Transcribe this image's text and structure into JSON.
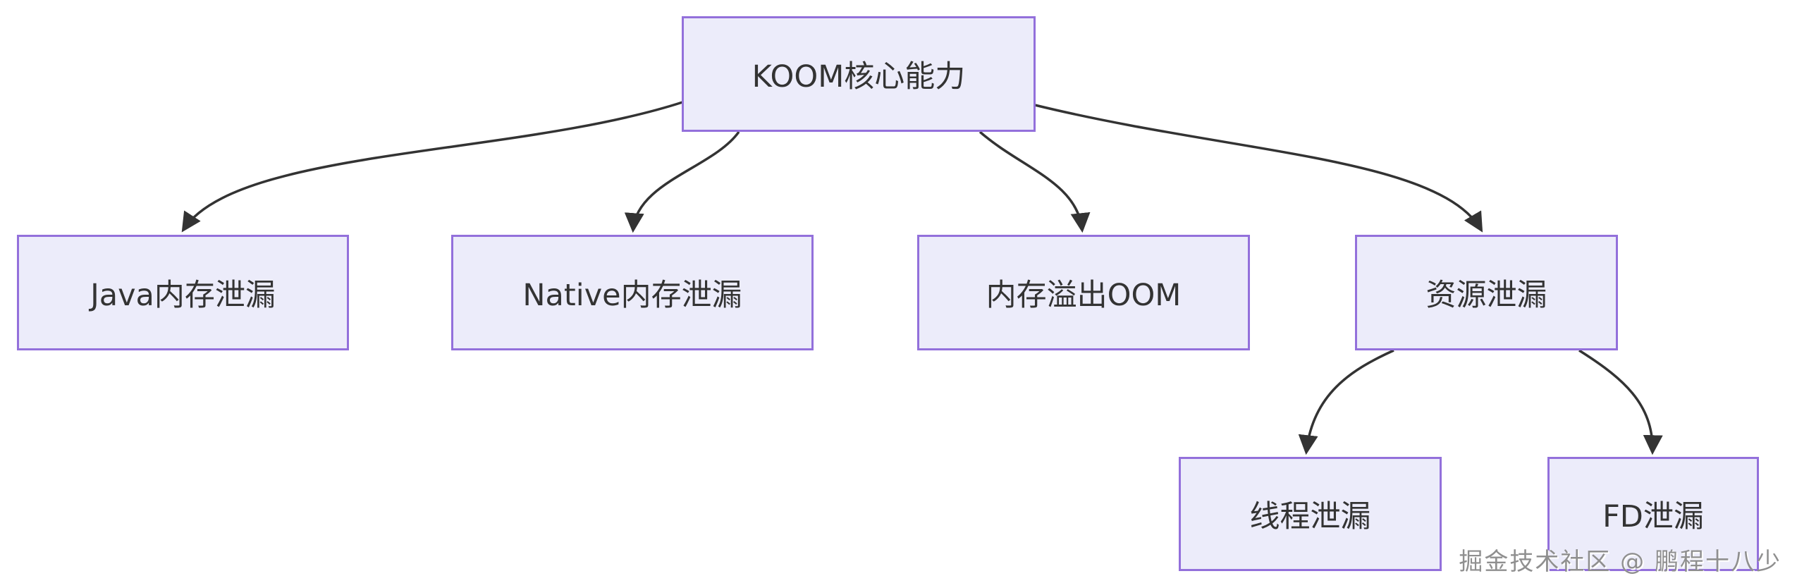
{
  "colors": {
    "page_bg": "#FFFFFF",
    "node_fill": "#ECECFA",
    "node_border": "#9370DB",
    "node_text": "#333333",
    "edge_line": "#333333",
    "watermark_text": "#8F8F8F"
  },
  "nodes": {
    "root": {
      "label": "KOOM核心能力"
    },
    "java": {
      "label": "Java内存泄漏"
    },
    "native": {
      "label": "Native内存泄漏"
    },
    "oom": {
      "label": "内存溢出OOM"
    },
    "resource": {
      "label": "资源泄漏"
    },
    "thread": {
      "label": "线程泄漏"
    },
    "fd": {
      "label": "FD泄漏"
    }
  },
  "edges": [
    {
      "from": "KOOM核心能力",
      "to": "Java内存泄漏"
    },
    {
      "from": "KOOM核心能力",
      "to": "Native内存泄漏"
    },
    {
      "from": "KOOM核心能力",
      "to": "内存溢出OOM"
    },
    {
      "from": "KOOM核心能力",
      "to": "资源泄漏"
    },
    {
      "from": "资源泄漏",
      "to": "线程泄漏"
    },
    {
      "from": "资源泄漏",
      "to": "FD泄漏"
    }
  ],
  "watermark": {
    "text": "掘金技术社区 @ 鹏程十八少"
  }
}
